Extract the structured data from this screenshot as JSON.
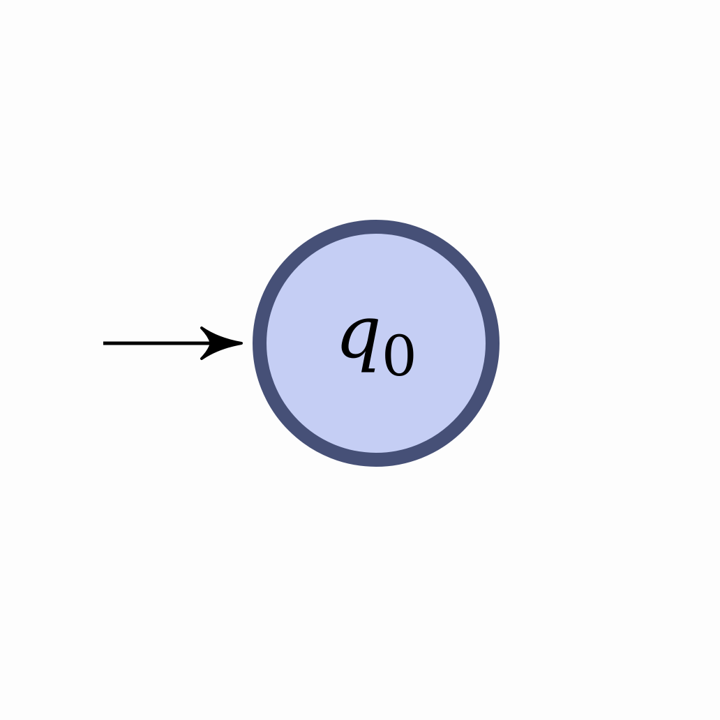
{
  "diagram": {
    "type": "automaton",
    "states": [
      {
        "id": "q0",
        "label_main": "q",
        "label_sub": "0",
        "initial": true
      }
    ],
    "colors": {
      "background": "#fdfdfd",
      "state_fill": "#c5cef4",
      "state_stroke": "#465077",
      "arrow": "#000000",
      "label": "#000000"
    }
  }
}
